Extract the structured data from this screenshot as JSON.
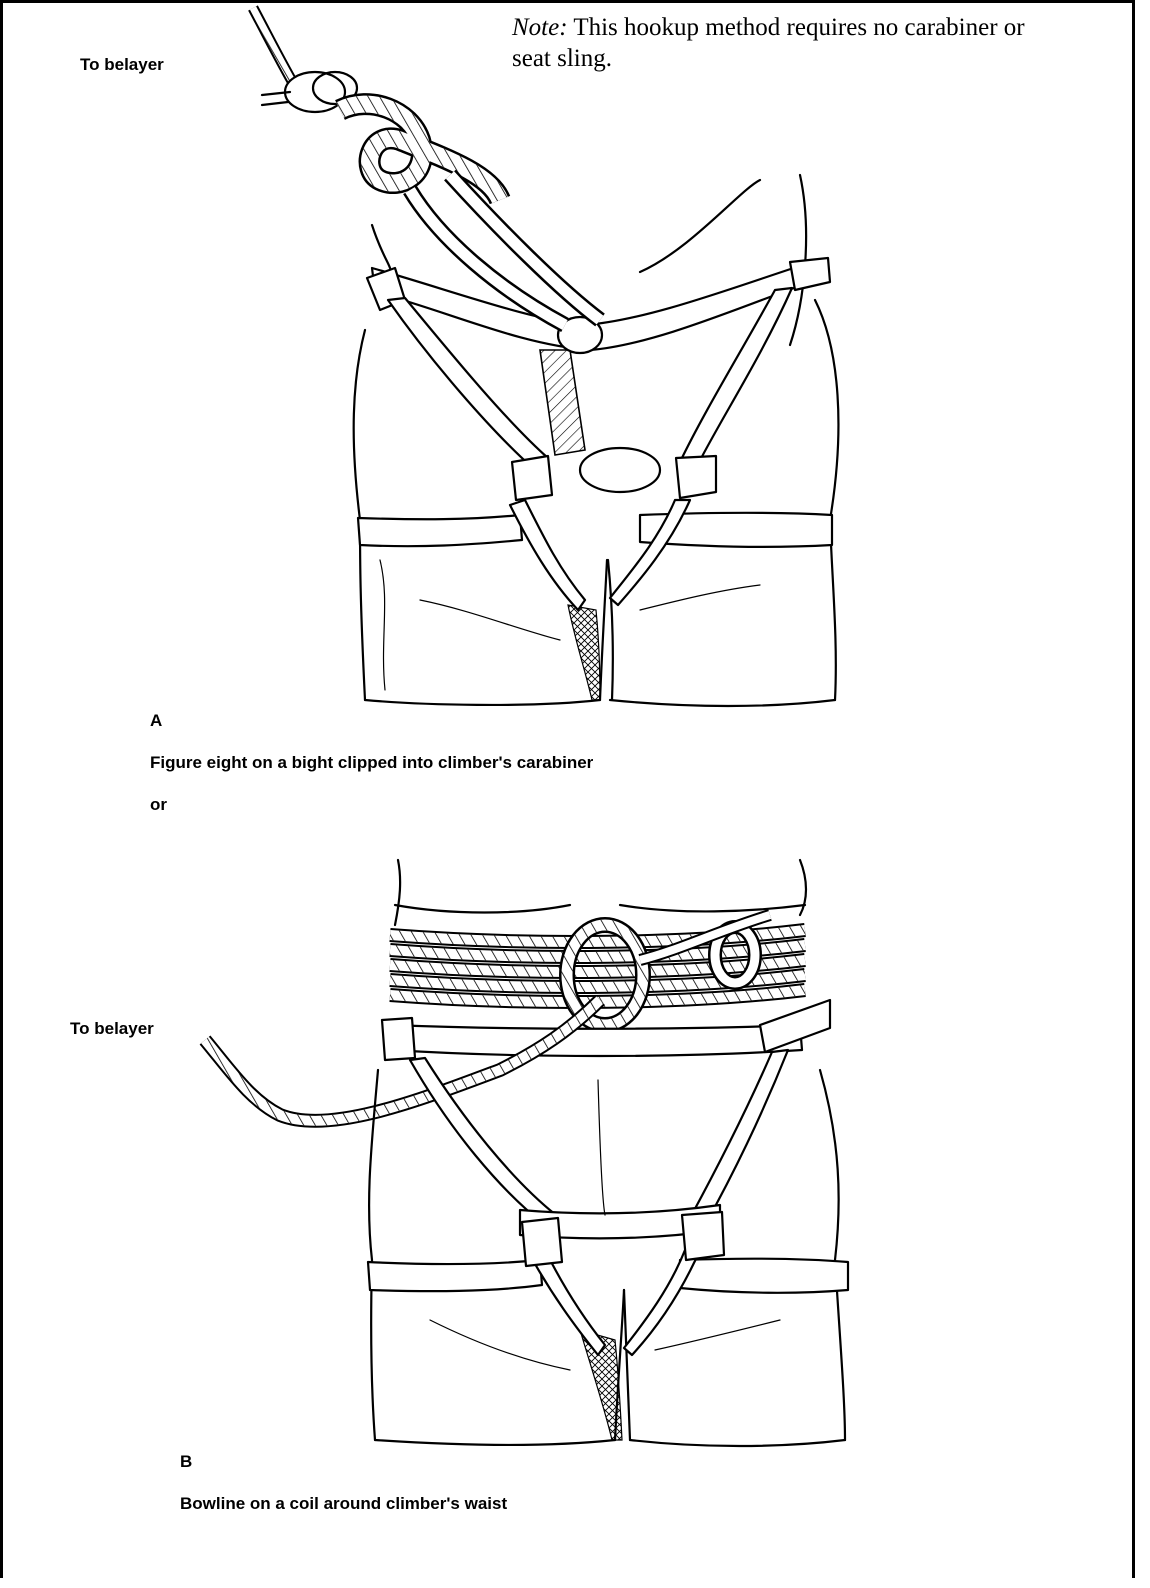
{
  "note": {
    "prefix": "Note:",
    "text": " This hookup method requires no carabiner or seat sling."
  },
  "figure_a": {
    "belayer_label": "To belayer",
    "letter": "A",
    "caption": "Figure eight on a bight clipped into climber's carabiner"
  },
  "connector": "or",
  "figure_b": {
    "belayer_label": "To belayer",
    "letter": "B",
    "caption": "Bowline on a coil around climber's waist"
  }
}
